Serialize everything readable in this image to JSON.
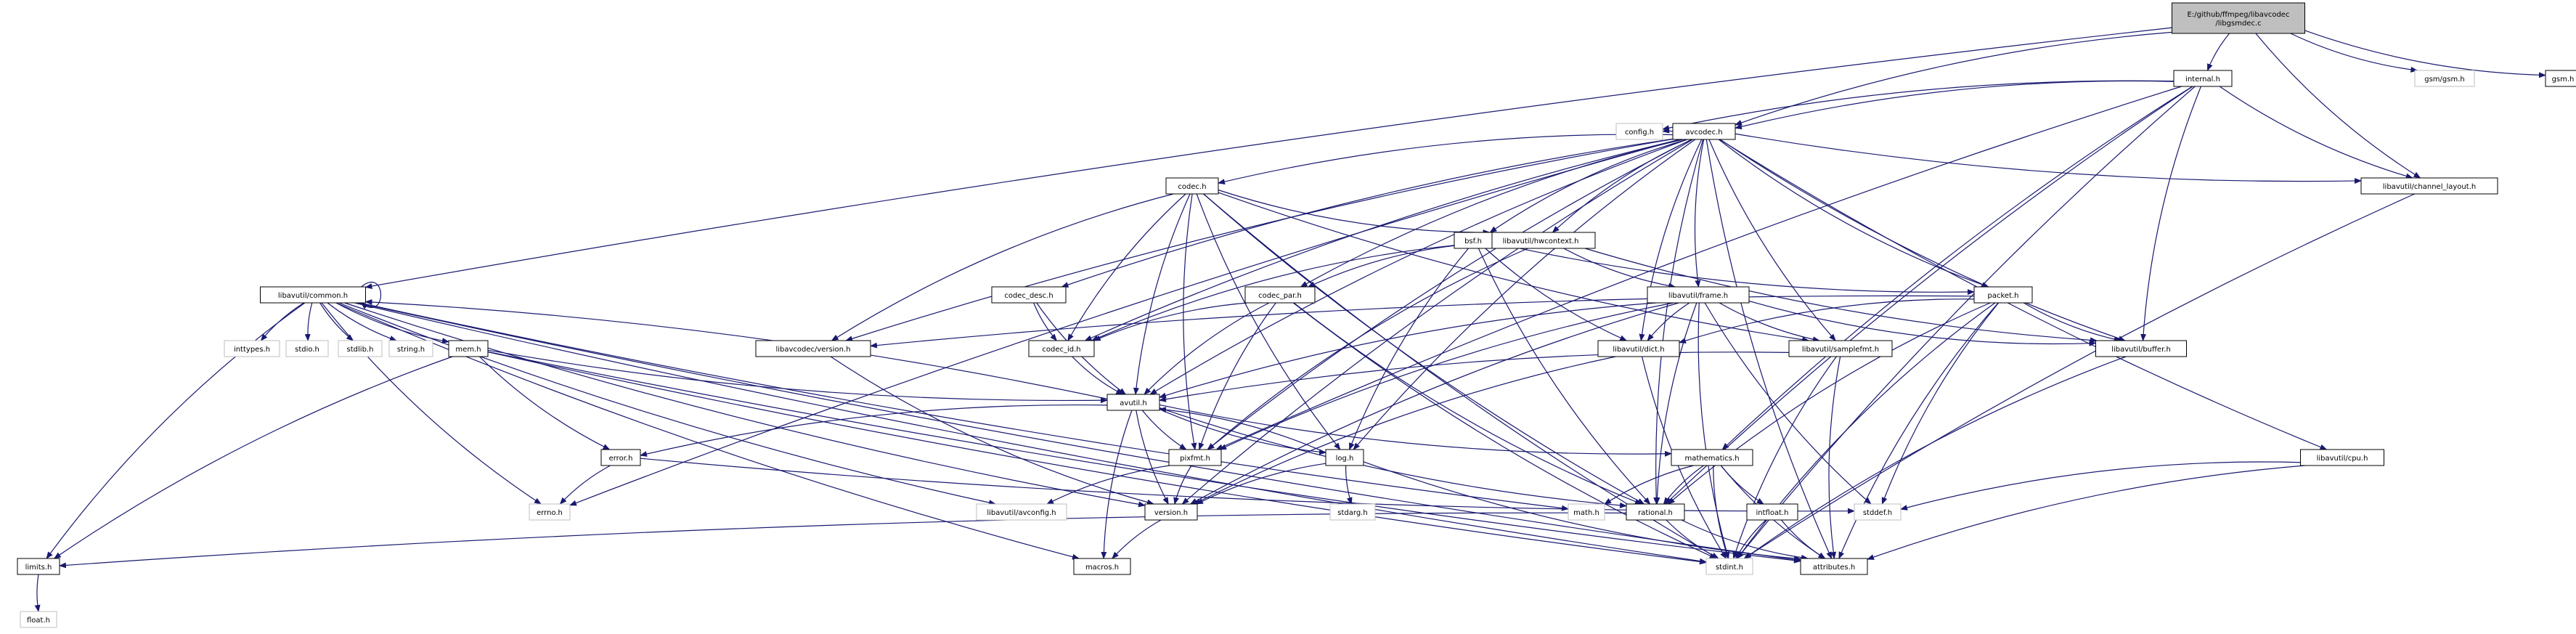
{
  "graph": {
    "colors": {
      "edge": "#191970",
      "edge_to_system": "#191970",
      "root_fill": "#bfbfbf",
      "node_fill": "#ffffff",
      "node_border": "#000000",
      "system_border": "#bfbfbf",
      "label": "#000000"
    },
    "nodes": [
      {
        "id": "root",
        "label": "E:/github/ffmpeg/libavcodec\n/libgsmdec.c",
        "kind": "root"
      },
      {
        "id": "internal",
        "label": "internal.h",
        "kind": "file"
      },
      {
        "id": "gsm_gsm",
        "label": "gsm/gsm.h",
        "kind": "system"
      },
      {
        "id": "gsm",
        "label": "gsm.h",
        "kind": "file"
      },
      {
        "id": "config",
        "label": "config.h",
        "kind": "system"
      },
      {
        "id": "avcodec",
        "label": "avcodec.h",
        "kind": "file"
      },
      {
        "id": "channel_layout",
        "label": "libavutil/channel_layout.h",
        "kind": "file"
      },
      {
        "id": "codec",
        "label": "codec.h",
        "kind": "file"
      },
      {
        "id": "hwcontext",
        "label": "libavutil/hwcontext.h",
        "kind": "file"
      },
      {
        "id": "bsf",
        "label": "bsf.h",
        "kind": "file"
      },
      {
        "id": "common",
        "label": "libavutil/common.h",
        "kind": "file"
      },
      {
        "id": "codec_desc",
        "label": "codec_desc.h",
        "kind": "file"
      },
      {
        "id": "codec_par",
        "label": "codec_par.h",
        "kind": "file"
      },
      {
        "id": "frame",
        "label": "libavutil/frame.h",
        "kind": "file"
      },
      {
        "id": "packet",
        "label": "packet.h",
        "kind": "file"
      },
      {
        "id": "inttypes",
        "label": "inttypes.h",
        "kind": "system"
      },
      {
        "id": "stdio",
        "label": "stdio.h",
        "kind": "system"
      },
      {
        "id": "stdlib",
        "label": "stdlib.h",
        "kind": "system"
      },
      {
        "id": "string",
        "label": "string.h",
        "kind": "system"
      },
      {
        "id": "mem",
        "label": "mem.h",
        "kind": "file"
      },
      {
        "id": "lavc_version",
        "label": "libavcodec/version.h",
        "kind": "file"
      },
      {
        "id": "codec_id",
        "label": "codec_id.h",
        "kind": "file"
      },
      {
        "id": "dict",
        "label": "libavutil/dict.h",
        "kind": "file"
      },
      {
        "id": "samplefmt",
        "label": "libavutil/samplefmt.h",
        "kind": "file"
      },
      {
        "id": "buffer",
        "label": "libavutil/buffer.h",
        "kind": "file"
      },
      {
        "id": "avutil",
        "label": "avutil.h",
        "kind": "file"
      },
      {
        "id": "error",
        "label": "error.h",
        "kind": "file"
      },
      {
        "id": "pixfmt",
        "label": "pixfmt.h",
        "kind": "file"
      },
      {
        "id": "log",
        "label": "log.h",
        "kind": "file"
      },
      {
        "id": "mathematics",
        "label": "mathematics.h",
        "kind": "file"
      },
      {
        "id": "cpu",
        "label": "libavutil/cpu.h",
        "kind": "file"
      },
      {
        "id": "errno",
        "label": "errno.h",
        "kind": "system"
      },
      {
        "id": "avconfig",
        "label": "libavutil/avconfig.h",
        "kind": "system"
      },
      {
        "id": "version",
        "label": "version.h",
        "kind": "file"
      },
      {
        "id": "stdarg",
        "label": "stdarg.h",
        "kind": "system"
      },
      {
        "id": "math",
        "label": "math.h",
        "kind": "system"
      },
      {
        "id": "rational",
        "label": "rational.h",
        "kind": "file"
      },
      {
        "id": "intfloat",
        "label": "intfloat.h",
        "kind": "file"
      },
      {
        "id": "stddef",
        "label": "stddef.h",
        "kind": "system"
      },
      {
        "id": "limits",
        "label": "limits.h",
        "kind": "file"
      },
      {
        "id": "macros",
        "label": "macros.h",
        "kind": "file"
      },
      {
        "id": "stdint",
        "label": "stdint.h",
        "kind": "system"
      },
      {
        "id": "attributes",
        "label": "attributes.h",
        "kind": "file"
      },
      {
        "id": "float",
        "label": "float.h",
        "kind": "system"
      }
    ],
    "edges": [
      [
        "root",
        "internal"
      ],
      [
        "root",
        "gsm_gsm"
      ],
      [
        "root",
        "gsm"
      ],
      [
        "root",
        "avcodec"
      ],
      [
        "root",
        "channel_layout"
      ],
      [
        "root",
        "common"
      ],
      [
        "internal",
        "config"
      ],
      [
        "internal",
        "avcodec"
      ],
      [
        "internal",
        "channel_layout"
      ],
      [
        "internal",
        "buffer"
      ],
      [
        "internal",
        "pixfmt"
      ],
      [
        "internal",
        "mathematics"
      ],
      [
        "internal",
        "rational"
      ],
      [
        "internal",
        "stdint"
      ],
      [
        "avcodec",
        "config"
      ],
      [
        "avcodec",
        "channel_layout"
      ],
      [
        "avcodec",
        "codec"
      ],
      [
        "avcodec",
        "hwcontext"
      ],
      [
        "avcodec",
        "bsf"
      ],
      [
        "avcodec",
        "codec_desc"
      ],
      [
        "avcodec",
        "codec_par"
      ],
      [
        "avcodec",
        "frame"
      ],
      [
        "avcodec",
        "packet"
      ],
      [
        "avcodec",
        "lavc_version"
      ],
      [
        "avcodec",
        "codec_id"
      ],
      [
        "avcodec",
        "dict"
      ],
      [
        "avcodec",
        "samplefmt"
      ],
      [
        "avcodec",
        "buffer"
      ],
      [
        "avcodec",
        "avutil"
      ],
      [
        "avcodec",
        "log"
      ],
      [
        "avcodec",
        "pixfmt"
      ],
      [
        "avcodec",
        "rational"
      ],
      [
        "avcodec",
        "cpu"
      ],
      [
        "avcodec",
        "errno"
      ],
      [
        "avcodec",
        "version"
      ],
      [
        "avcodec",
        "attributes"
      ],
      [
        "channel_layout",
        "stdint"
      ],
      [
        "codec",
        "hwcontext"
      ],
      [
        "codec",
        "lavc_version"
      ],
      [
        "codec",
        "codec_id"
      ],
      [
        "codec",
        "avutil"
      ],
      [
        "codec",
        "log"
      ],
      [
        "codec",
        "pixfmt"
      ],
      [
        "codec",
        "rational"
      ],
      [
        "codec",
        "samplefmt"
      ],
      [
        "codec",
        "stdint"
      ],
      [
        "hwcontext",
        "buffer"
      ],
      [
        "hwcontext",
        "frame"
      ],
      [
        "hwcontext",
        "pixfmt"
      ],
      [
        "bsf",
        "codec_id"
      ],
      [
        "bsf",
        "codec_par"
      ],
      [
        "bsf",
        "packet"
      ],
      [
        "bsf",
        "dict"
      ],
      [
        "bsf",
        "log"
      ],
      [
        "bsf",
        "rational"
      ],
      [
        "common",
        "common"
      ],
      [
        "common",
        "inttypes"
      ],
      [
        "common",
        "stdio"
      ],
      [
        "common",
        "stdlib"
      ],
      [
        "common",
        "string"
      ],
      [
        "common",
        "mem"
      ],
      [
        "common",
        "errno"
      ],
      [
        "common",
        "limits"
      ],
      [
        "common",
        "math"
      ],
      [
        "common",
        "stdint"
      ],
      [
        "common",
        "attributes"
      ],
      [
        "common",
        "macros"
      ],
      [
        "common",
        "avconfig"
      ],
      [
        "common",
        "version"
      ],
      [
        "codec_desc",
        "codec_id"
      ],
      [
        "codec_desc",
        "avutil"
      ],
      [
        "codec_par",
        "avutil"
      ],
      [
        "codec_par",
        "codec_id"
      ],
      [
        "codec_par",
        "pixfmt"
      ],
      [
        "codec_par",
        "rational"
      ],
      [
        "codec_par",
        "stdint"
      ],
      [
        "frame",
        "avutil"
      ],
      [
        "frame",
        "buffer"
      ],
      [
        "frame",
        "dict"
      ],
      [
        "frame",
        "rational"
      ],
      [
        "frame",
        "samplefmt"
      ],
      [
        "frame",
        "pixfmt"
      ],
      [
        "frame",
        "version"
      ],
      [
        "frame",
        "stddef"
      ],
      [
        "frame",
        "stdint"
      ],
      [
        "packet",
        "buffer"
      ],
      [
        "packet",
        "attributes"
      ],
      [
        "packet",
        "dict"
      ],
      [
        "packet",
        "lavc_version"
      ],
      [
        "packet",
        "rational"
      ],
      [
        "packet",
        "stddef"
      ],
      [
        "packet",
        "stdint"
      ],
      [
        "mem",
        "avutil"
      ],
      [
        "mem",
        "error"
      ],
      [
        "mem",
        "limits"
      ],
      [
        "mem",
        "stdint"
      ],
      [
        "mem",
        "attributes"
      ],
      [
        "lavc_version",
        "version"
      ],
      [
        "codec_id",
        "avutil"
      ],
      [
        "dict",
        "stdint"
      ],
      [
        "dict",
        "version"
      ],
      [
        "samplefmt",
        "avutil"
      ],
      [
        "samplefmt",
        "attributes"
      ],
      [
        "samplefmt",
        "stdint"
      ],
      [
        "buffer",
        "stdint"
      ],
      [
        "avutil",
        "common"
      ],
      [
        "avutil",
        "error"
      ],
      [
        "avutil",
        "pixfmt"
      ],
      [
        "avutil",
        "log"
      ],
      [
        "avutil",
        "mathematics"
      ],
      [
        "avutil",
        "rational"
      ],
      [
        "avutil",
        "version"
      ],
      [
        "avutil",
        "macros"
      ],
      [
        "error",
        "errno"
      ],
      [
        "error",
        "stddef"
      ],
      [
        "pixfmt",
        "avconfig"
      ],
      [
        "pixfmt",
        "version"
      ],
      [
        "log",
        "stdarg"
      ],
      [
        "log",
        "version"
      ],
      [
        "log",
        "avutil"
      ],
      [
        "log",
        "attributes"
      ],
      [
        "mathematics",
        "stdint"
      ],
      [
        "mathematics",
        "math"
      ],
      [
        "mathematics",
        "attributes"
      ],
      [
        "mathematics",
        "rational"
      ],
      [
        "mathematics",
        "intfloat"
      ],
      [
        "rational",
        "stdint"
      ],
      [
        "rational",
        "limits"
      ],
      [
        "rational",
        "attributes"
      ],
      [
        "intfloat",
        "stdint"
      ],
      [
        "intfloat",
        "attributes"
      ],
      [
        "cpu",
        "stddef"
      ],
      [
        "cpu",
        "attributes"
      ],
      [
        "version",
        "macros"
      ],
      [
        "limits",
        "float"
      ]
    ]
  }
}
